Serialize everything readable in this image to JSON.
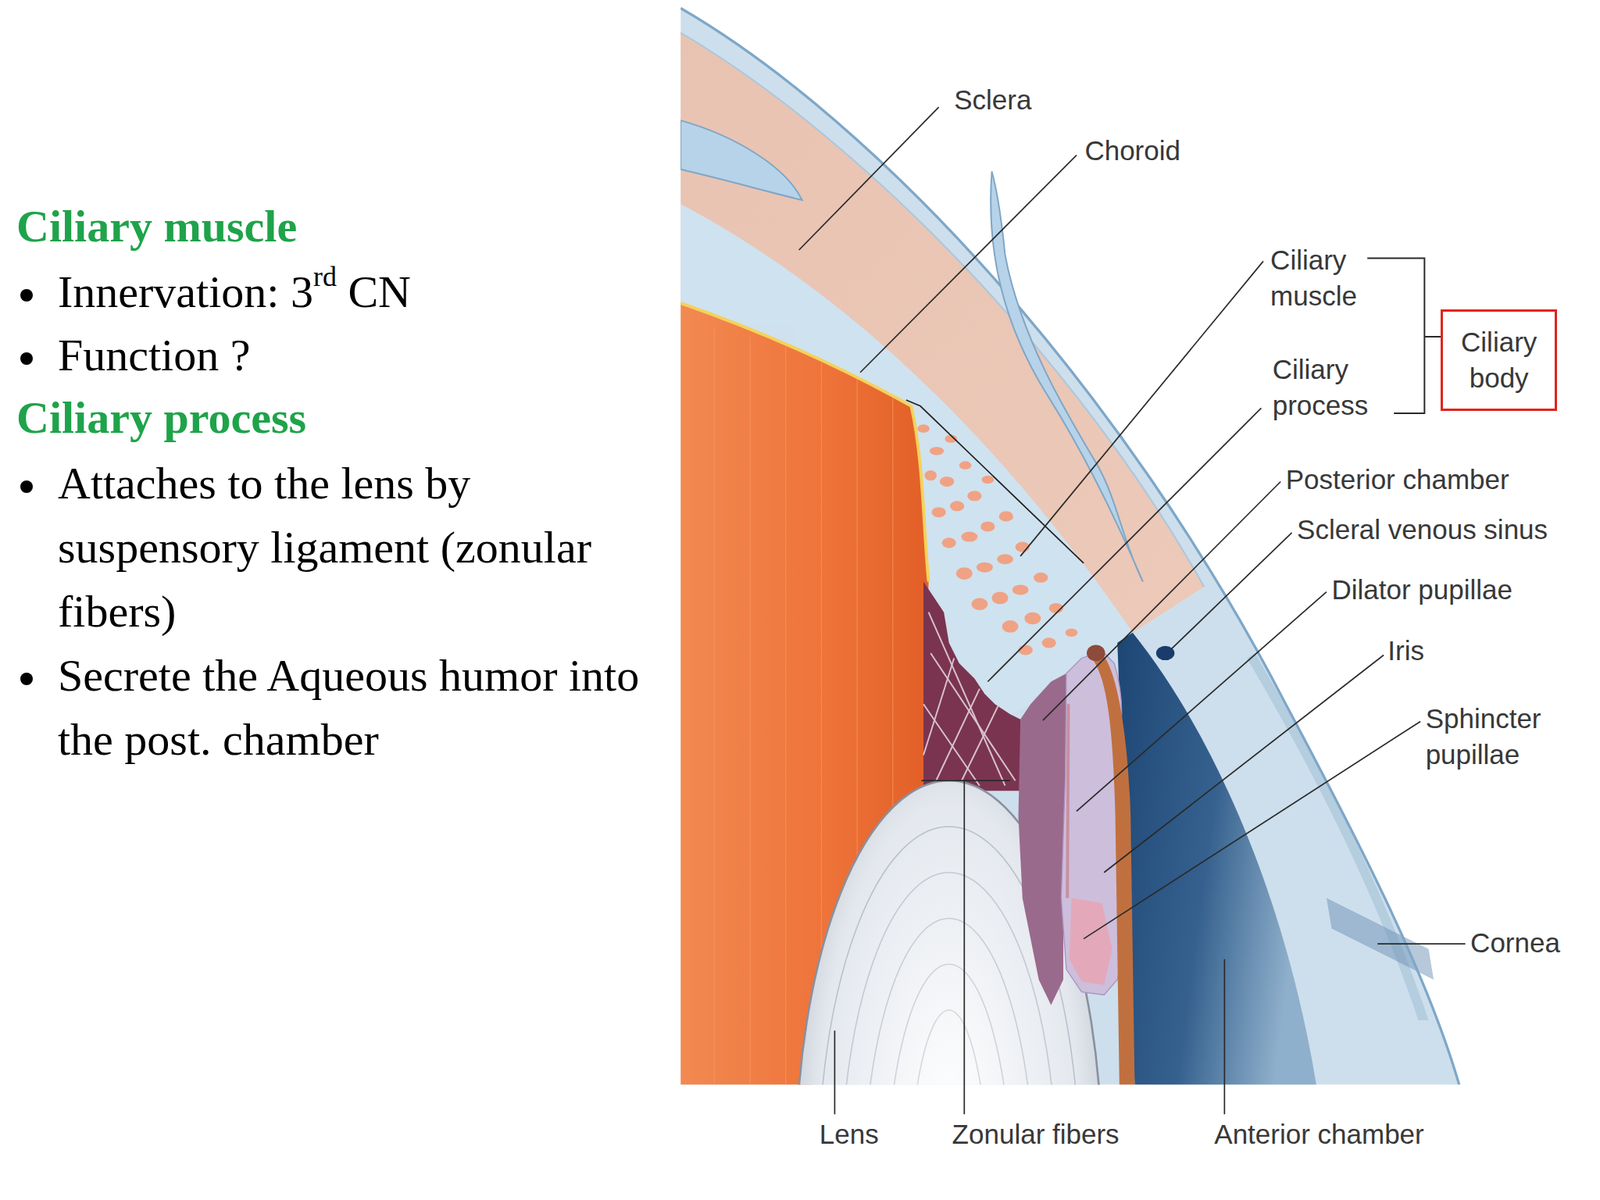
{
  "diagram": {
    "nodes": [
      {
        "text": [
          "Ciliary body"
        ]
      }
    ],
    "labels": [
      "Ciliary muscle",
      "Innervation: 3rd CN",
      "Function ?",
      "Ciliary process",
      "Attaches to the lens by suspensory ligament (zonular fibers)",
      "Secrete the Aqueous humor into the post. chamber",
      "Sclera",
      "Choroid",
      "Ciliary muscle",
      "Ciliary process",
      "Posterior chamber",
      "Scleral venous sinus",
      "Dilator pupillae",
      "Iris",
      "Sphincter pupillae",
      "Cornea",
      "Lens",
      "Zonular fibers",
      "Anterior chamber"
    ]
  }
}
